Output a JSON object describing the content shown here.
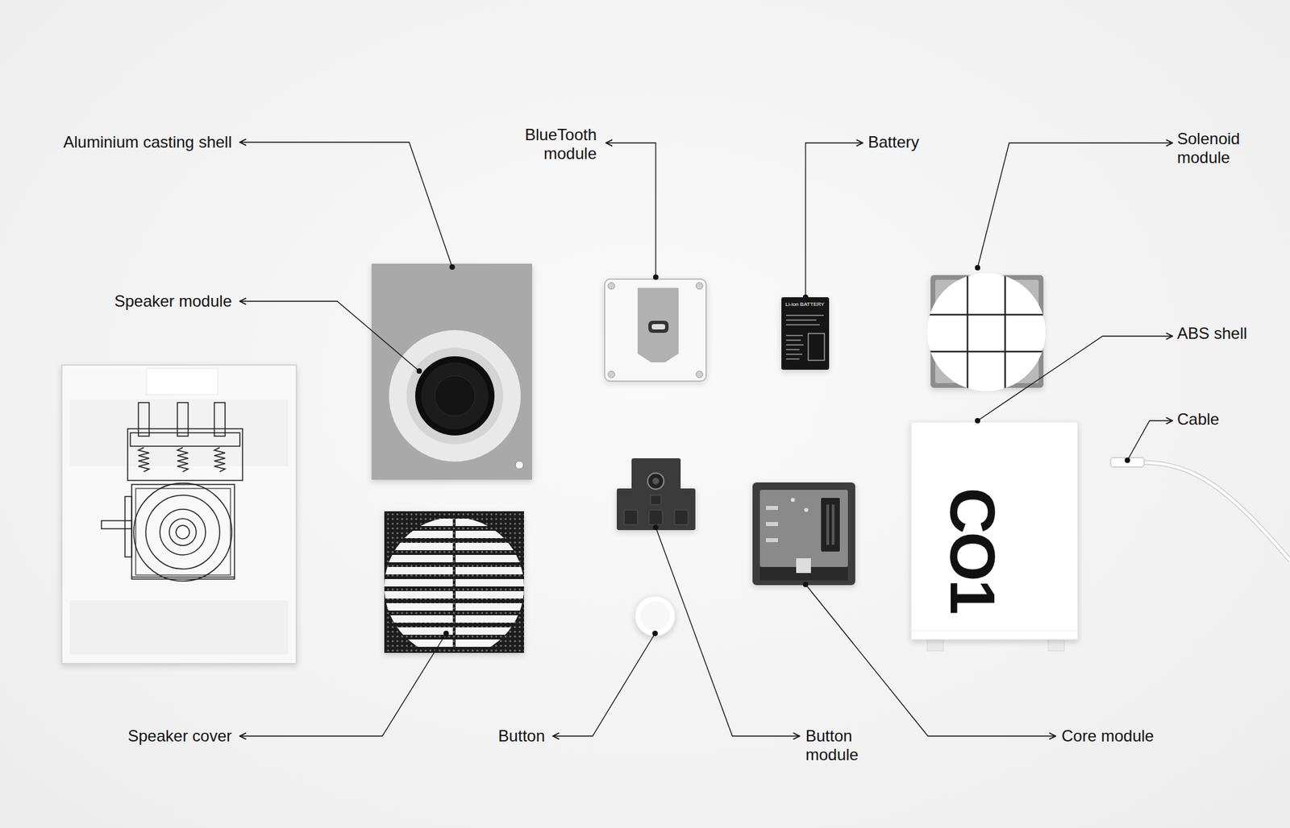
{
  "diagram": {
    "labels": [
      "Aluminium casting shell",
      "BlueTooth module",
      "Battery",
      "Solenoid module",
      "Speaker module",
      "ABS shell",
      "Cable",
      "Speaker cover",
      "Button",
      "Button module",
      "Core module",
      "CO1",
      "Li-ion BATTERY"
    ]
  }
}
